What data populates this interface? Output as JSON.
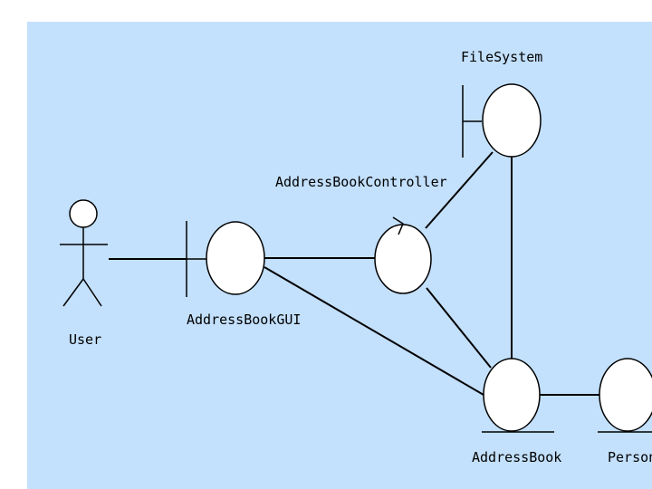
{
  "diagram": {
    "background_color": "#c3e0fc",
    "stroke_color": "#000000",
    "fill_color": "#ffffff",
    "nodes": {
      "user": {
        "label": "User",
        "kind": "actor"
      },
      "gui": {
        "label": "AddressBookGUI",
        "kind": "boundary"
      },
      "controller": {
        "label": "AddressBookController",
        "kind": "control"
      },
      "filesystem": {
        "label": "FileSystem",
        "kind": "boundary"
      },
      "addressbook": {
        "label": "AddressBook",
        "kind": "entity"
      },
      "person": {
        "label": "Person",
        "kind": "entity"
      }
    },
    "links": [
      {
        "from": "user",
        "to": "gui"
      },
      {
        "from": "gui",
        "to": "controller"
      },
      {
        "from": "gui",
        "to": "addressbook"
      },
      {
        "from": "controller",
        "to": "filesystem"
      },
      {
        "from": "controller",
        "to": "addressbook"
      },
      {
        "from": "filesystem",
        "to": "addressbook"
      },
      {
        "from": "addressbook",
        "to": "person"
      }
    ]
  }
}
